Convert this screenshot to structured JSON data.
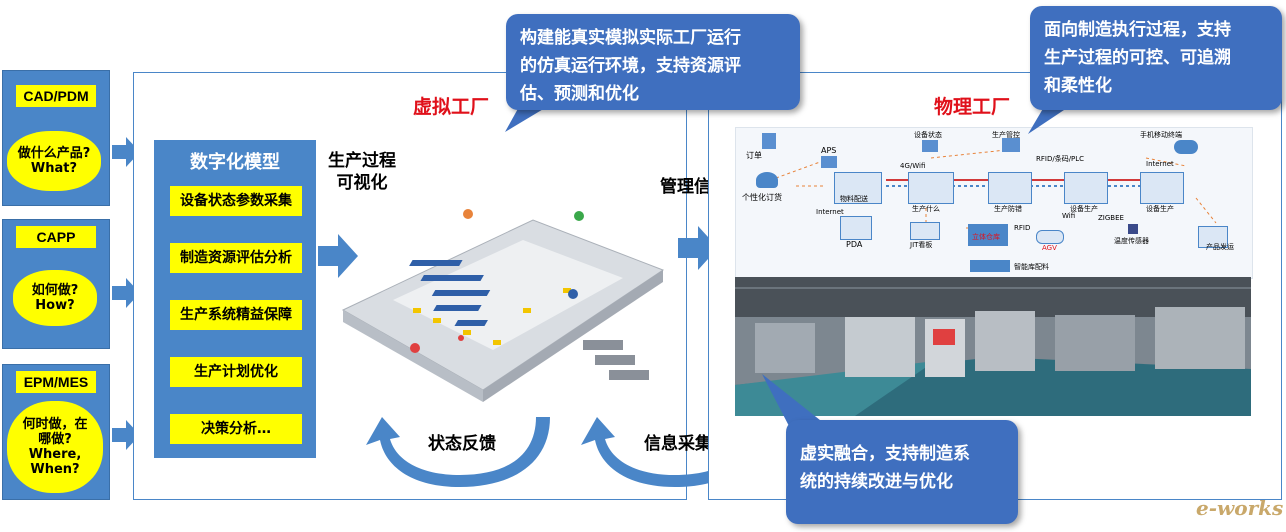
{
  "left_systems": [
    {
      "label": "CAD/PDM",
      "question": [
        "做什么产品?",
        "What?"
      ]
    },
    {
      "label": "CAPP",
      "question": [
        "如何做?",
        "How?"
      ]
    },
    {
      "label": "EPM/MES",
      "question": [
        "何时做，在",
        "哪做?",
        "Where,",
        "When?"
      ]
    }
  ],
  "digital_model": {
    "title": "数字化模型",
    "items": [
      "设备状态参数采集",
      "制造资源评估分析",
      "生产系统精益保障",
      "生产计划优化",
      "决策分析…"
    ]
  },
  "production_process_visual": [
    "生产过程",
    "可视化"
  ],
  "virtual_factory_title": "虚拟工厂",
  "physical_factory_title": "物理工厂",
  "management_info": "管理信息",
  "status_feedback": "状态反馈",
  "info_collection": "信息采集",
  "callouts": {
    "virtual": [
      "构建能真实模拟实际工厂运行",
      "的仿真运行环境，支持资源评",
      "估、预测和优化"
    ],
    "physical": [
      "面向制造执行过程，支持",
      "生产过程的可控、可追溯",
      "和柔性化"
    ],
    "fusion": [
      "虚实融合，支持制造系",
      "统的持续改进与优化"
    ]
  },
  "diagram_labels": {
    "order": "订单",
    "aps": "APS",
    "custom_order": "个性化订货",
    "material": "物料配送",
    "production_what": "生产什么",
    "device_status": "设备状态",
    "prod_control": "生产管控",
    "prod_defense": "生产防错",
    "device_prod1": "设备生产",
    "device_prod2": "设备生产",
    "mobile": "手机移动终端",
    "internet1": "Internet",
    "internet2": "Internet",
    "wifi1": "4G/Wifi",
    "rfid_plc": "RFID/条码/PLC",
    "pda": "PDA",
    "jit": "JIT看板",
    "warehouse": "立体仓库",
    "rfid": "RFID",
    "agv": "AGV",
    "smart_dist": "智能库配料",
    "wifi2": "Wifi",
    "zigbee": "ZIGBEE",
    "temp_sensor": "温度传感器",
    "product_out": "产品发运"
  },
  "watermark": "e-works",
  "colors": {
    "blue": "#4a86c8",
    "yellow": "#ffff00",
    "red": "#e0101a",
    "callout": "#3f6fbf"
  }
}
